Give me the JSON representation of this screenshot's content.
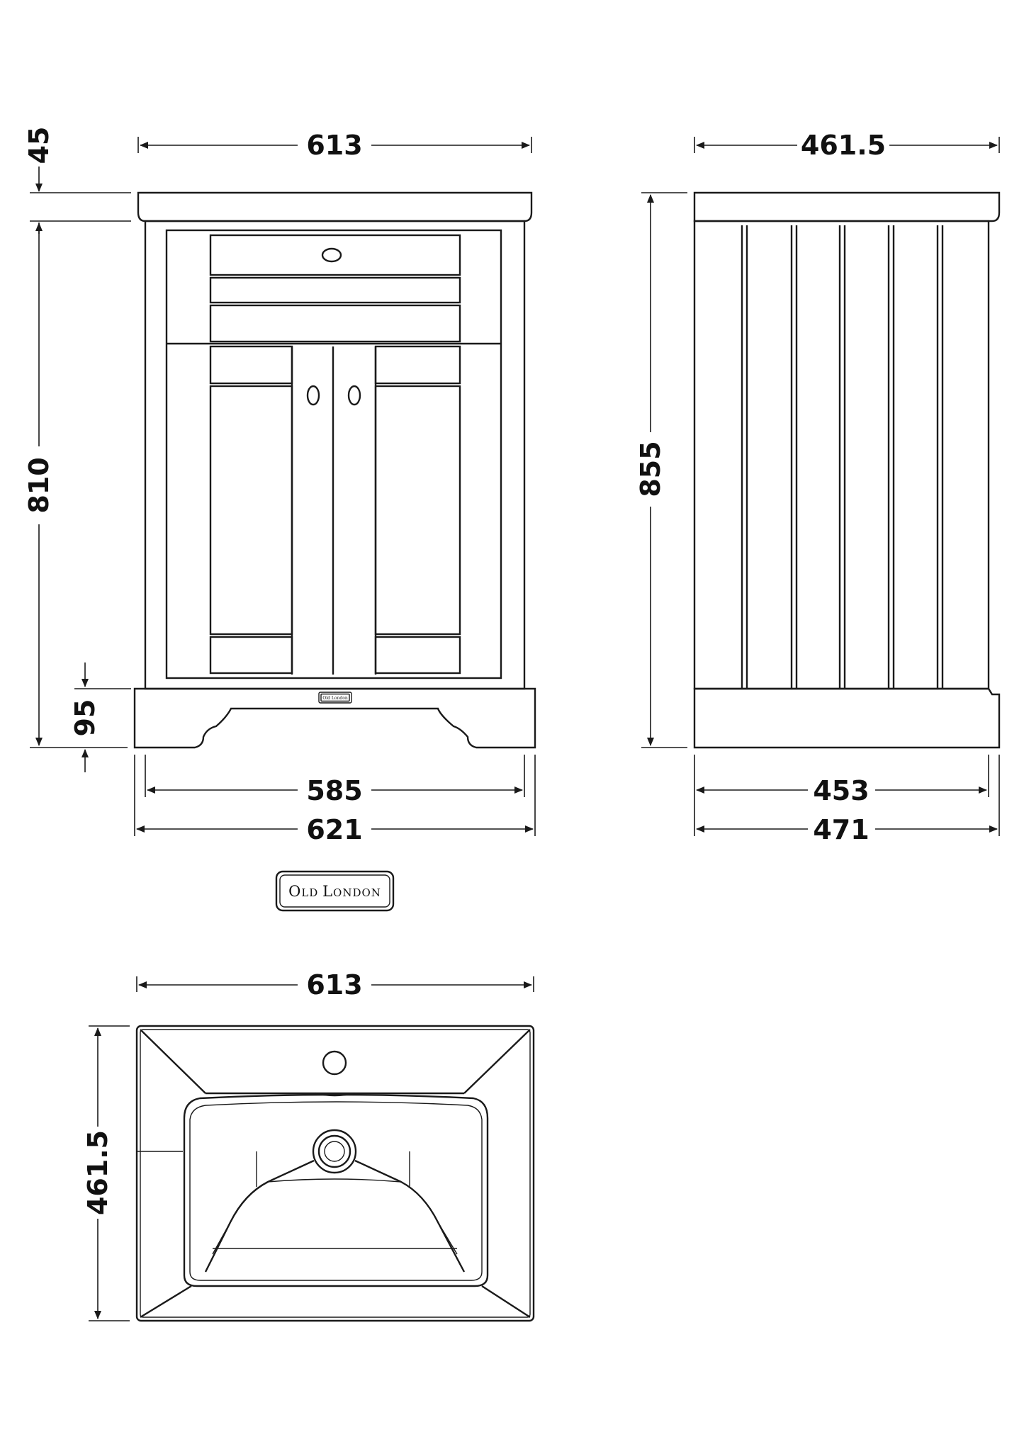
{
  "brand": {
    "name": "Old London",
    "first": "O",
    "rest1": "LD ",
    "first2": "L",
    "rest2": "ONDON"
  },
  "front_view": {
    "width_top": "613",
    "top_thickness": "45",
    "carcass_height": "810",
    "plinth_height": "95",
    "inner_width": "585",
    "outer_width": "621"
  },
  "side_view": {
    "depth_top": "461.5",
    "total_height": "855",
    "inner_depth": "453",
    "outer_depth": "471"
  },
  "plan_view": {
    "width": "613",
    "depth": "461.5"
  }
}
